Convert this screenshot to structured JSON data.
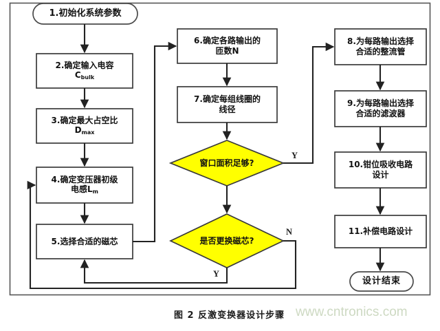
{
  "figure": {
    "caption": "图 2 反激变换器设计步骤",
    "watermark": "www.cntronics.com",
    "colors": {
      "decision_fill": "#ffff00",
      "node_stroke": "#3a3a3a",
      "process_fill": "#ffffff",
      "watermark": "#cdd9c2",
      "text": "#111111"
    }
  },
  "nodes": {
    "start": {
      "type": "terminator",
      "label": "1.初始化系统参数"
    },
    "step2": {
      "type": "process",
      "line1": "2.确定输入电容",
      "line2": "C",
      "sub2": "bulk"
    },
    "step3": {
      "type": "process",
      "line1": "3.确定最大占空比",
      "line2": "D",
      "sub2": "max"
    },
    "step4": {
      "type": "process",
      "line1": "4.确定变压器初级",
      "line2": "电感L",
      "sub2": "m"
    },
    "step5": {
      "type": "process",
      "line1": "5.选择合适的磁芯"
    },
    "step6": {
      "type": "process",
      "line1": "6.确定各路输出的",
      "line2": "匝数N"
    },
    "step7": {
      "type": "process",
      "line1": "7.确定每组线圈的",
      "line2": "线径"
    },
    "decision1": {
      "type": "decision",
      "label": "窗口面积足够?"
    },
    "decision2": {
      "type": "decision",
      "label": "是否更换磁芯?"
    },
    "step8": {
      "type": "process",
      "line1": "8.为每路输出选择",
      "line2": "合适的整流管"
    },
    "step9": {
      "type": "process",
      "line1": "9.为每路输出选择",
      "line2": "合适的滤波器"
    },
    "step10": {
      "type": "process",
      "line1": "10.钳位吸收电路",
      "line2": "设计"
    },
    "step11": {
      "type": "process",
      "line1": "11.补偿电路设计"
    },
    "end": {
      "type": "terminator",
      "label": "设计结束"
    }
  },
  "branch_labels": {
    "decision1_yes": "Y",
    "decision2_no": "N",
    "decision2_yes": "Y"
  }
}
